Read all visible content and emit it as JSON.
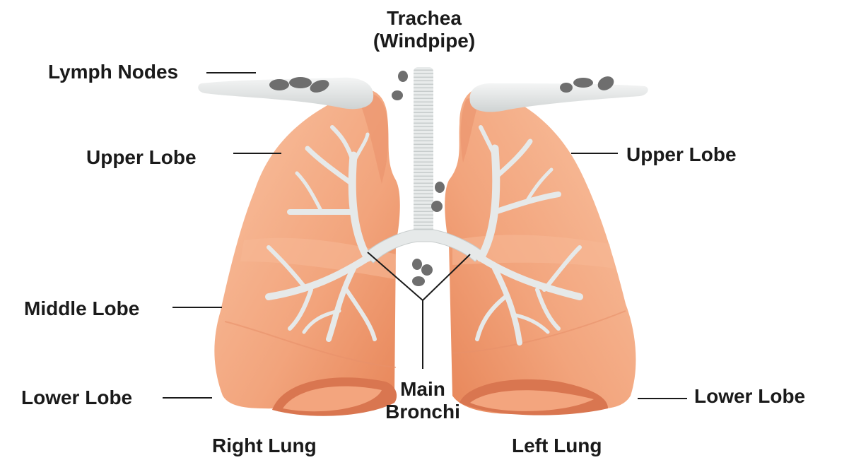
{
  "labels": {
    "trachea_line1": "Trachea",
    "trachea_line2": "(Windpipe)",
    "lymph_nodes": "Lymph Nodes",
    "upper_lobe_right_side": "Upper Lobe",
    "upper_lobe_left_side": "Upper Lobe",
    "middle_lobe": "Middle Lobe",
    "lower_lobe_right_side": "Lower Lobe",
    "lower_lobe_left_side": "Lower Lobe",
    "main_bronchi_line1": "Main",
    "main_bronchi_line2": "Bronchi",
    "right_lung": "Right Lung",
    "left_lung": "Left Lung"
  },
  "colors": {
    "lung_base": "#f4a77f",
    "lung_dark": "#e3825c",
    "lung_light": "#f9c8aa",
    "bronchi": "#e9ecec",
    "lymph_node": "#6e6e6e",
    "clavicle": "#e8eaea",
    "text": "#1a1a1a"
  }
}
